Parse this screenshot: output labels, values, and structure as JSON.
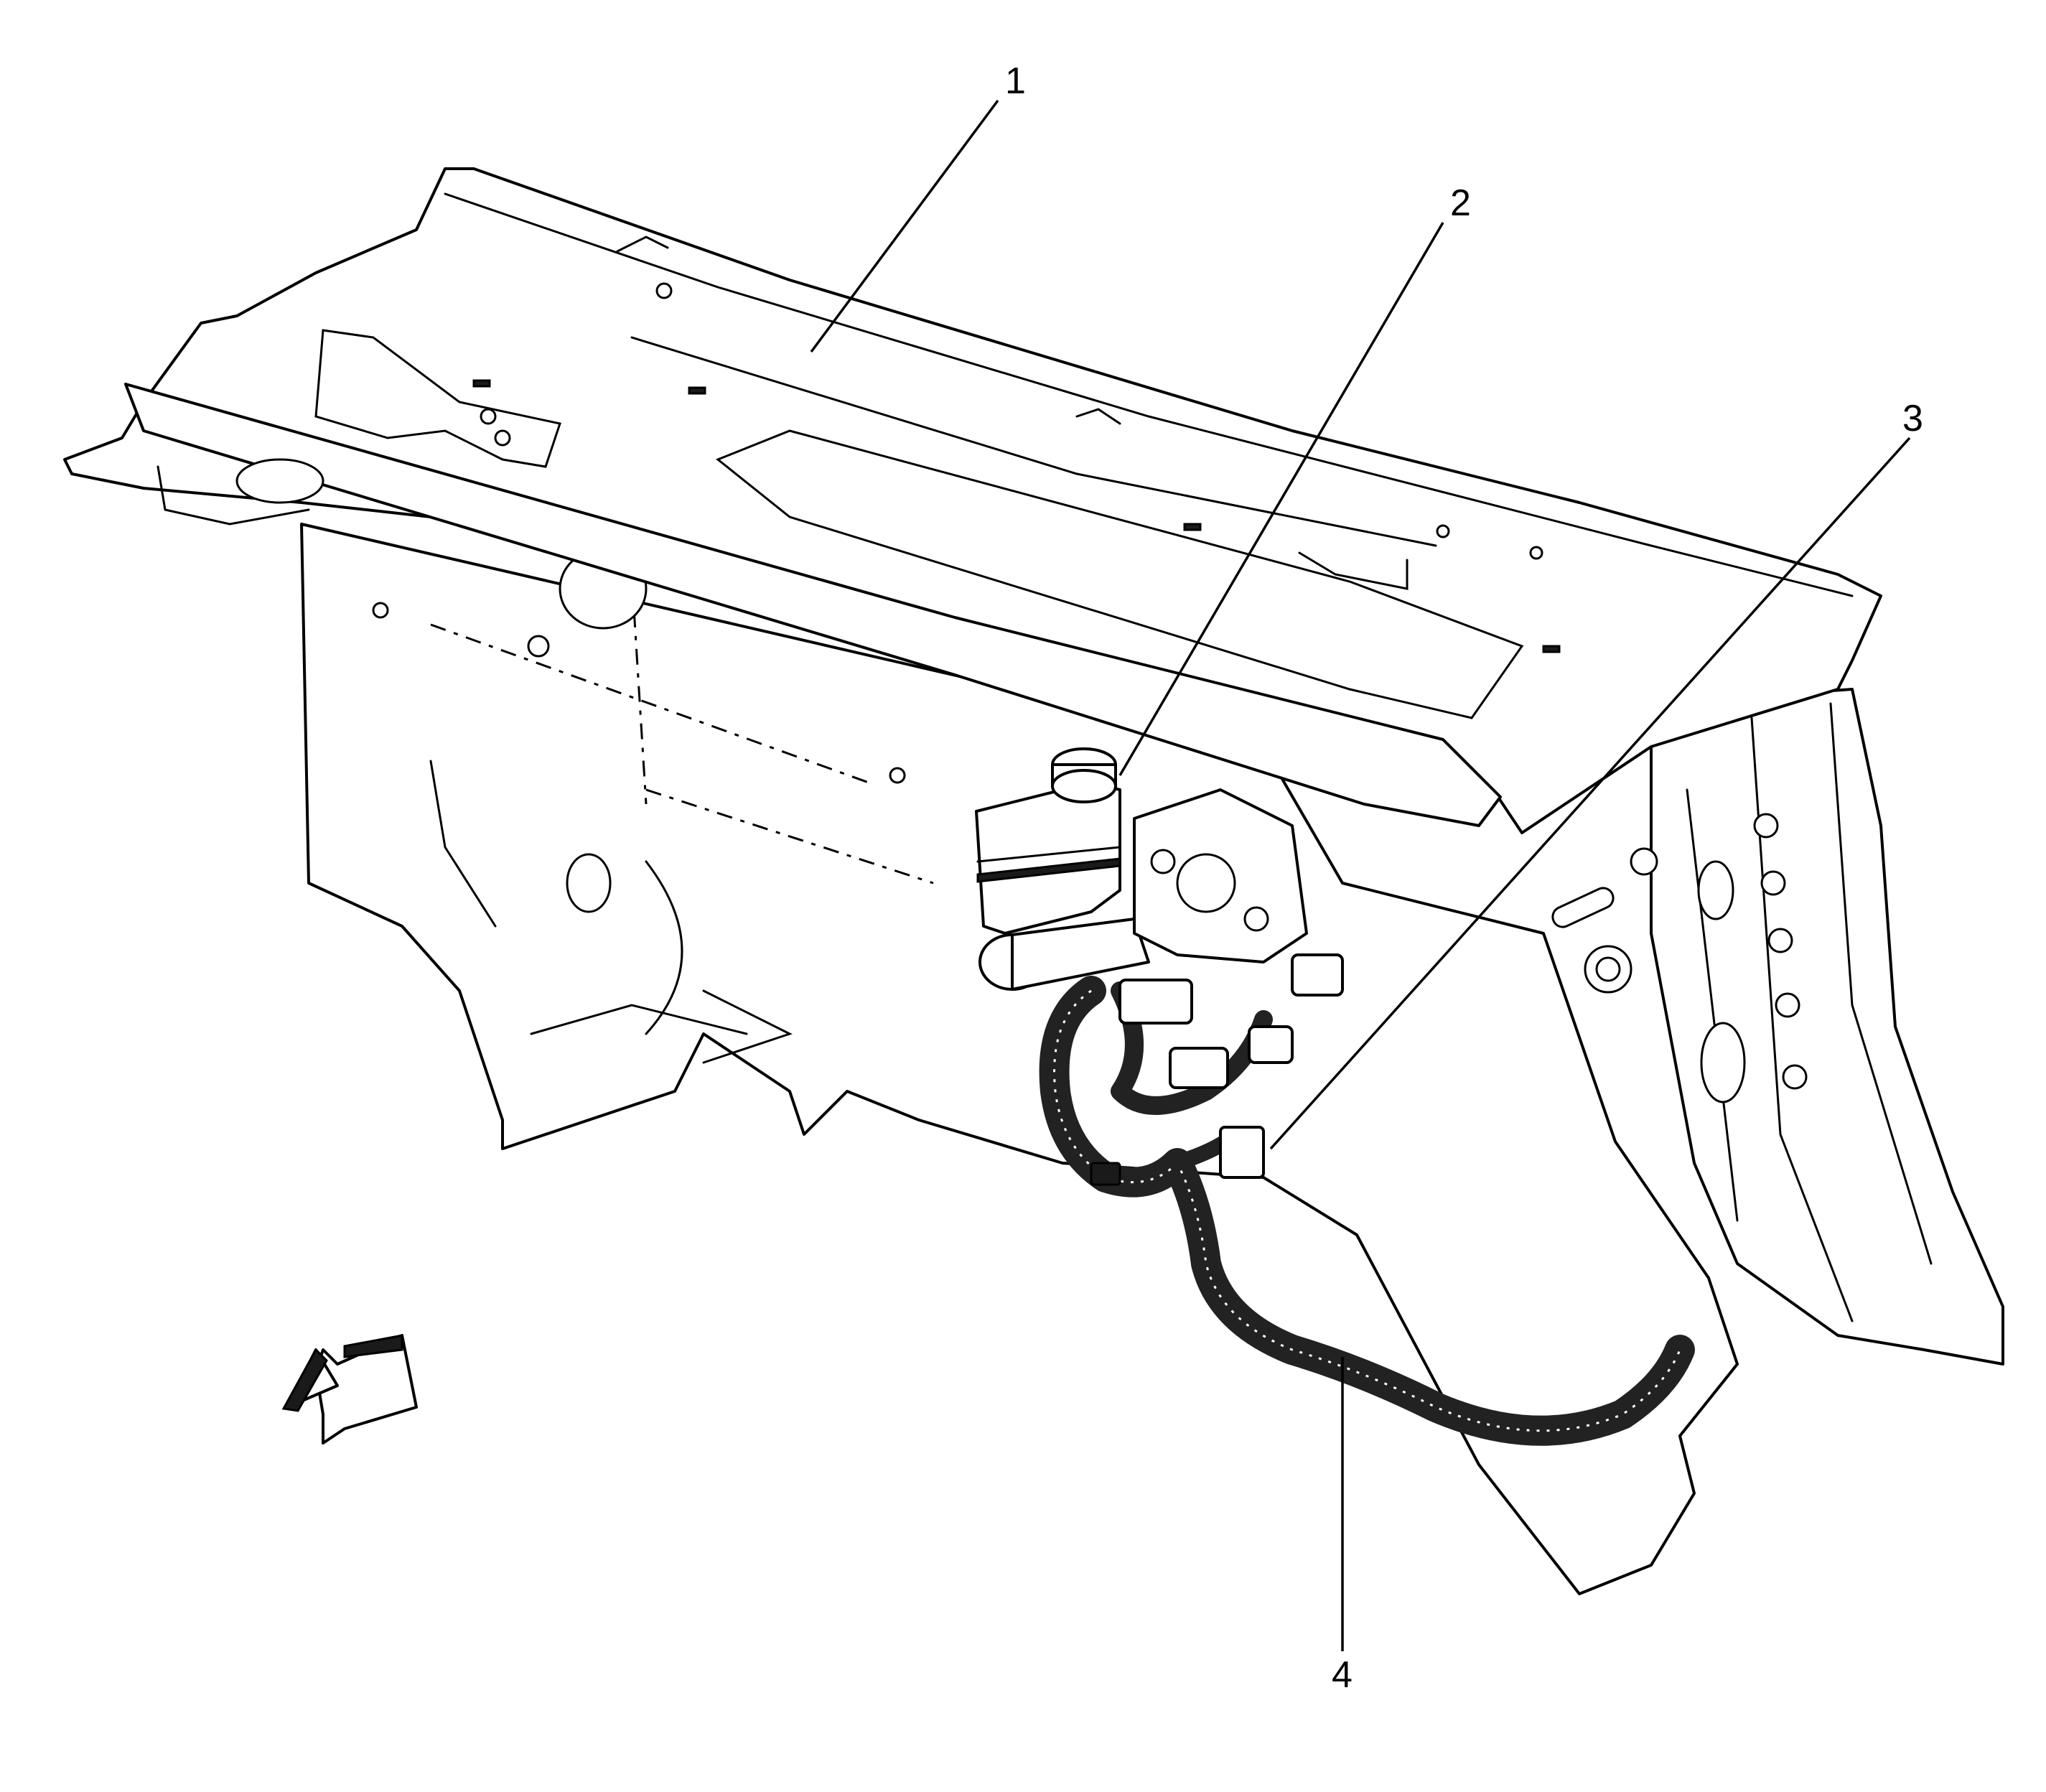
{
  "diagram": {
    "callouts": [
      {
        "id": "1",
        "label": "1"
      },
      {
        "id": "2",
        "label": "2"
      },
      {
        "id": "3",
        "label": "3"
      },
      {
        "id": "4",
        "label": "4"
      }
    ],
    "icons": {
      "view_direction": "view-direction-arrow-icon"
    }
  }
}
